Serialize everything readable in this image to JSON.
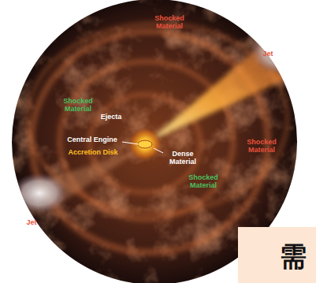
{
  "diagram": {
    "labels": [
      "Shocked Material",
      "Jet",
      "Shocked Material",
      "Ejecta",
      "Central Engine",
      "Accretion Disk",
      "Dense Material",
      "Shocked Material",
      "Shocked Material",
      "Jet",
      "需"
    ]
  }
}
